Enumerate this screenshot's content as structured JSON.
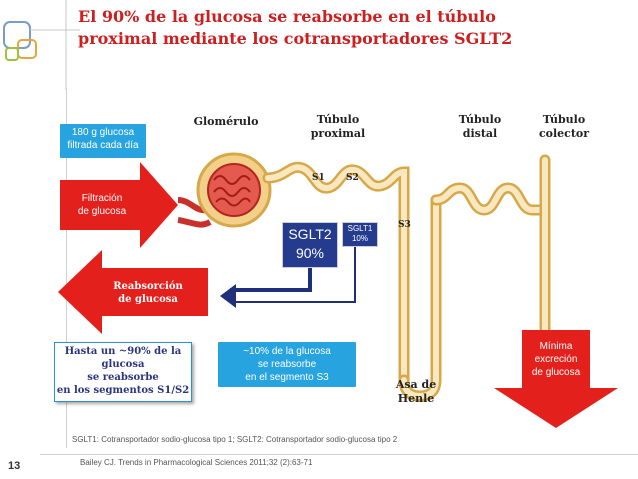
{
  "page_number": "13",
  "title_line1": "El 90% de la glucosa se reabsorbe en el túbulo",
  "title_line2": "proximal mediante los cotransportadores SGLT2",
  "labels": {
    "glomerulo": "Glomérulo",
    "tubulo_proximal_1": "Túbulo",
    "tubulo_proximal_2": "proximal",
    "tubulo_distal_1": "Túbulo",
    "tubulo_distal_2": "distal",
    "tubulo_colector_1": "Túbulo",
    "tubulo_colector_2": "colector",
    "s1": "S1",
    "s2": "S2",
    "s3": "S3",
    "asa_1": "Asa de",
    "asa_2": "Henle"
  },
  "filtered_box": {
    "line1": "180 g glucosa",
    "line2": "filtrada cada día"
  },
  "filtration_arrow": {
    "line1": "Filtración",
    "line2": "de glucosa"
  },
  "reabsorption_arrow": {
    "line1": "Reabsorción",
    "line2": "de glucosa"
  },
  "sglt2_box": {
    "line1": "SGLT2",
    "line2": "90%"
  },
  "sglt1_box": {
    "line1": "SGLT1",
    "line2": "10%"
  },
  "box_90": {
    "line1": "Hasta un ~90% de la",
    "line2": "glucosa",
    "line3": "se reabsorbe",
    "line4": "en los segmentos S1/S2"
  },
  "box_10": {
    "line1": "~10% de la glucosa",
    "line2": "se reabsorbe",
    "line3": "en el segmento S3"
  },
  "excretion_arrow": {
    "line1": "Mínima",
    "line2": "excreción",
    "line3": "de glucosa"
  },
  "footnote": "SGLT1: Cotransportador sodio-glucosa tipo 1; SGLT2: Cotransportador sodio-glucosa tipo 2",
  "reference": "Bailey CJ. Trends in Pharmacological Sciences 2011;32 (2):63-71",
  "colors": {
    "title": "#cc1f1f",
    "arrow_red": "#e3201b",
    "box_blue": "#27a3df",
    "sglt_navy": "#243b8e",
    "path_navy": "#1f2f7a"
  }
}
